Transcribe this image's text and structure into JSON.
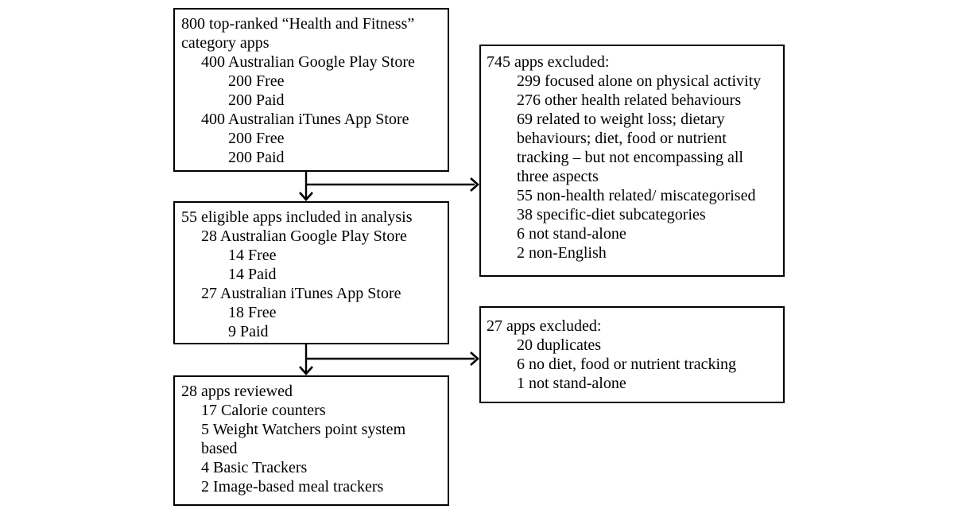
{
  "colors": {
    "background": "#ffffff",
    "box_border": "#000000",
    "text": "#000000",
    "arrow": "#000000"
  },
  "boxes": {
    "screened": {
      "lines": [
        {
          "indent": 0,
          "t": "800 top-ranked “Health and Fitness”"
        },
        {
          "indent": 0,
          "t": "category apps"
        },
        {
          "indent": 1,
          "t": "400 Australian Google Play Store"
        },
        {
          "indent": 2,
          "t": "200 Free"
        },
        {
          "indent": 2,
          "t": "200 Paid"
        },
        {
          "indent": 1,
          "t": "400 Australian iTunes App Store"
        },
        {
          "indent": 2,
          "t": "200 Free"
        },
        {
          "indent": 2,
          "t": "200 Paid"
        }
      ]
    },
    "eligible": {
      "lines": [
        {
          "indent": 0,
          "t": "55 eligible apps included in analysis"
        },
        {
          "indent": 1,
          "t": "28 Australian Google Play Store"
        },
        {
          "indent": 2,
          "t": "14 Free"
        },
        {
          "indent": 2,
          "t": "14 Paid"
        },
        {
          "indent": 1,
          "t": "27 Australian iTunes App Store"
        },
        {
          "indent": 2,
          "t": "18 Free"
        },
        {
          "indent": 2,
          "t": "9 Paid"
        }
      ]
    },
    "reviewed": {
      "lines": [
        {
          "indent": 0,
          "t": "28 apps reviewed"
        },
        {
          "indent": 1,
          "t": "17 Calorie counters"
        },
        {
          "indent": 1,
          "t": "5 Weight Watchers point system"
        },
        {
          "indent": 1,
          "t": "based"
        },
        {
          "indent": 1,
          "t": "4 Basic Trackers"
        },
        {
          "indent": 1,
          "t": "2 Image-based meal trackers"
        }
      ]
    },
    "excluded_745": {
      "lines": [
        {
          "indent": 0,
          "t": "745 apps excluded:"
        },
        {
          "indent": 1,
          "t": "299 focused alone on physical activity"
        },
        {
          "indent": 1,
          "t": "276 other health related behaviours"
        },
        {
          "indent": 1,
          "t": "69 related to weight loss; dietary"
        },
        {
          "indent": 1,
          "t": "behaviours; diet, food or nutrient"
        },
        {
          "indent": 1,
          "t": "tracking – but not encompassing all"
        },
        {
          "indent": 1,
          "t": "three aspects"
        },
        {
          "indent": 1,
          "t": "55 non-health related/ miscategorised"
        },
        {
          "indent": 1,
          "t": "38 specific-diet subcategories"
        },
        {
          "indent": 1,
          "t": "6 not stand-alone"
        },
        {
          "indent": 1,
          "t": "2 non-English"
        }
      ]
    },
    "excluded_27": {
      "lines": [
        {
          "indent": 0,
          "t": "27 apps excluded:"
        },
        {
          "indent": 1,
          "t": "20 duplicates"
        },
        {
          "indent": 1,
          "t": "6 no diet, food or nutrient tracking"
        },
        {
          "indent": 1,
          "t": "1 not stand-alone"
        }
      ]
    }
  },
  "arrows": [
    {
      "from": "screened",
      "to": "eligible"
    },
    {
      "from": "screened",
      "to": "excluded_745"
    },
    {
      "from": "eligible",
      "to": "reviewed"
    },
    {
      "from": "eligible",
      "to": "excluded_27"
    }
  ]
}
